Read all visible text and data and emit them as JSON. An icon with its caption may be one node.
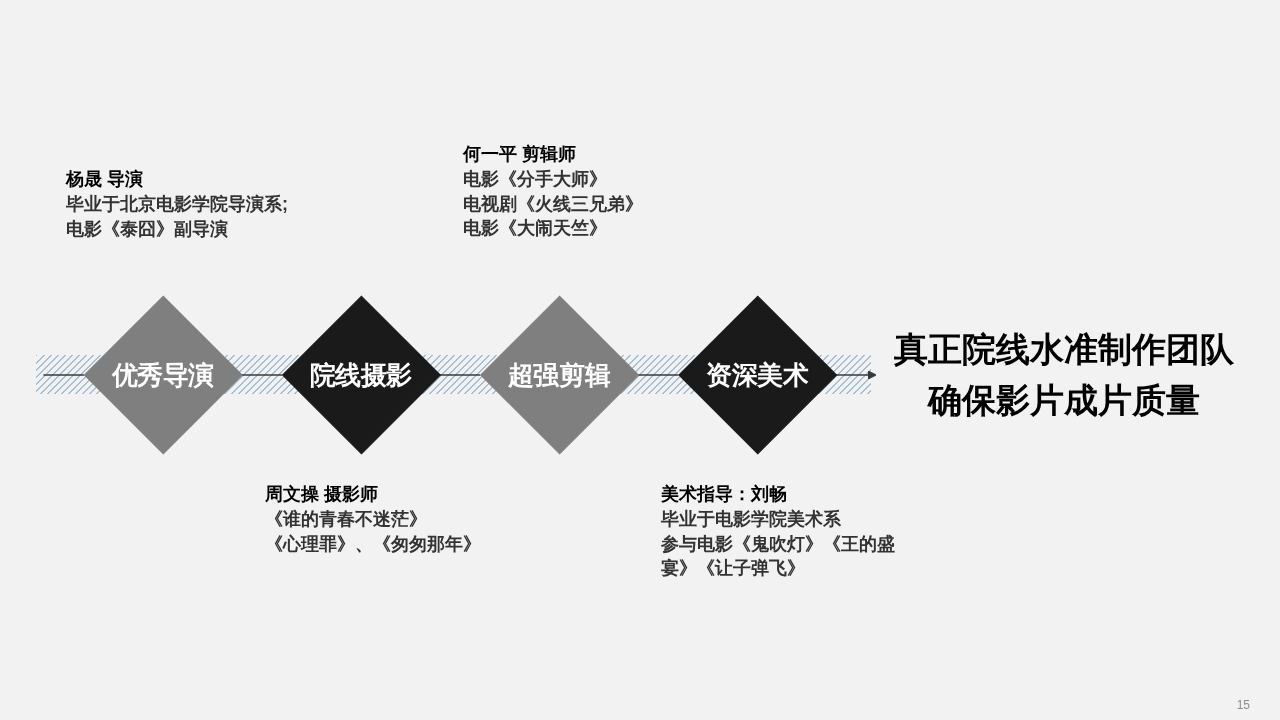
{
  "diagram": {
    "nodes": [
      {
        "text": [
          "优秀导演"
        ],
        "beside": [
          "杨晟 导演",
          "毕业于北京电影学院导演系;",
          "电影《泰囧》副导演"
        ]
      },
      {
        "text": [
          "院线摄影"
        ],
        "beside": [
          "周文操 摄影师",
          "《谁的青春不迷茫》",
          "《心理罪》、《匆匆那年》"
        ]
      },
      {
        "text": [
          "超强剪辑"
        ],
        "beside": [
          "何一平 剪辑师",
          "电影《分手大师》",
          "电视剧《火线三兄弟》",
          "电影《大闹天竺》"
        ]
      },
      {
        "text": [
          "资深美术"
        ],
        "beside": [
          "美术指导：刘畅",
          "毕业于电影学院美术系",
          "参与电影《鬼吹灯》《王的盛宴》《让子弹飞》"
        ]
      },
      {
        "text": [
          "真正院线水准制作团队",
          "确保影片成片质量"
        ]
      }
    ],
    "edges": [
      {
        "from": null,
        "to": 0,
        "arrow": "none"
      },
      {
        "from": 0,
        "to": 1,
        "arrow": "none"
      },
      {
        "from": 1,
        "to": 2,
        "arrow": "none"
      },
      {
        "from": 2,
        "to": 3,
        "arrow": "none"
      },
      {
        "from": 3,
        "to": 4,
        "arrow": "to"
      }
    ],
    "labels": [
      "15"
    ]
  }
}
